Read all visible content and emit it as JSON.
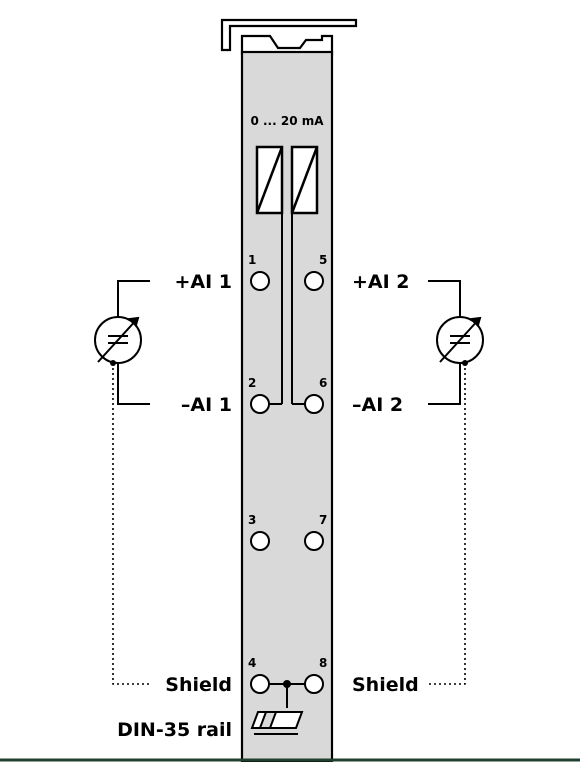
{
  "module": {
    "range_label": "0 ... 20 mA",
    "rail_label": "DIN-35 rail"
  },
  "terminals": [
    {
      "number": "1"
    },
    {
      "number": "2"
    },
    {
      "number": "3"
    },
    {
      "number": "4"
    },
    {
      "number": "5"
    },
    {
      "number": "6"
    },
    {
      "number": "7"
    },
    {
      "number": "8"
    }
  ],
  "signals": {
    "plus_ai1": "+AI 1",
    "minus_ai1": "–AI 1",
    "plus_ai2": "+AI 2",
    "minus_ai2": "–AI 2",
    "shield_left": "Shield",
    "shield_right": "Shield"
  },
  "colors": {
    "module_fill": "#d9d9d9",
    "line": "#000000",
    "bottom_line": "#1f3f2f"
  },
  "icons": [
    "current-sensor-icon",
    "din-rail-icon",
    "converter-icon"
  ]
}
